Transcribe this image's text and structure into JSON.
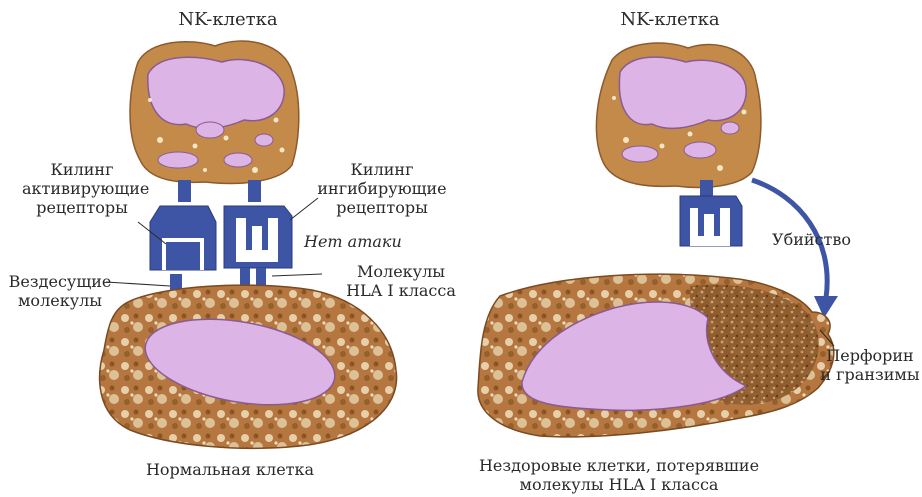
{
  "left_panel": {
    "title": "NK-клетка",
    "activating_receptors": [
      "Килинг",
      "активирующие",
      "рецепторы"
    ],
    "inhibitory_receptors": [
      "Килинг",
      "ингибирующие",
      "рецепторы"
    ],
    "no_attack": "Нет атаки",
    "ubiquitous_molecules": [
      "Вездесущие",
      "молекулы"
    ],
    "hla_molecules": [
      "Молекулы",
      "HLA I класса"
    ],
    "caption": "Нормальная клетка"
  },
  "right_panel": {
    "title": "NK-клетка",
    "killing": "Убийство",
    "perforin": [
      "Перфорин",
      "и гранзимы"
    ],
    "caption": [
      "Нездоровые клетки, потерявшие",
      "молекулы HLA I класса"
    ]
  },
  "colors": {
    "nk_cell_body": "#c48a4a",
    "nucleus": "#ddb4e6",
    "nucleus_outline": "#8a5a92",
    "receptor": "#3e55a6",
    "target_cell": "#b5773f",
    "text": "#2a2a2a"
  }
}
